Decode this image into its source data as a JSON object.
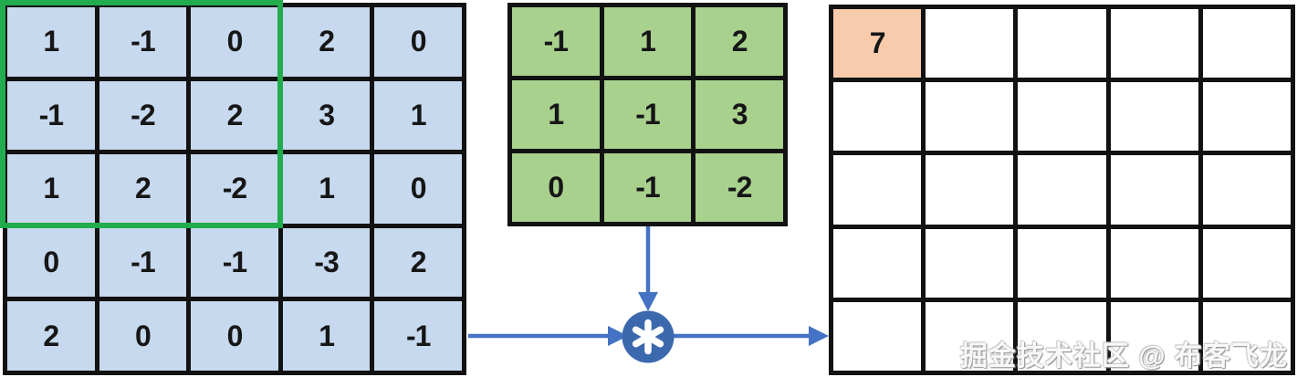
{
  "diagram": {
    "description_symbol": "*",
    "grid_line_color": "#121212"
  },
  "input_matrix": {
    "rows": [
      [
        "1",
        "-1",
        "0",
        "2",
        "0"
      ],
      [
        "-1",
        "-2",
        "2",
        "3",
        "1"
      ],
      [
        "1",
        "2",
        "-2",
        "1",
        "0"
      ],
      [
        "0",
        "-1",
        "-1",
        "-3",
        "2"
      ],
      [
        "2",
        "0",
        "0",
        "1",
        "-1"
      ]
    ],
    "cell_color": "#c7d9ee",
    "highlight_window": {
      "row": 0,
      "col": 0,
      "rows": 3,
      "cols": 3,
      "border_color": "#22ac4e"
    }
  },
  "kernel_matrix": {
    "rows": [
      [
        "-1",
        "1",
        "2"
      ],
      [
        "1",
        "-1",
        "3"
      ],
      [
        "0",
        "-1",
        "-2"
      ]
    ],
    "cell_color": "#a9d18e"
  },
  "output_matrix": {
    "rows": [
      [
        "7",
        "",
        "",
        "",
        ""
      ],
      [
        "",
        "",
        "",
        "",
        ""
      ],
      [
        "",
        "",
        "",
        "",
        ""
      ],
      [
        "",
        "",
        "",
        "",
        ""
      ],
      [
        "",
        "",
        "",
        "",
        ""
      ]
    ],
    "cell_color": "#ffffff",
    "result_cells": [
      {
        "row": 0,
        "col": 0,
        "value": "7",
        "color": "#f8cbad"
      }
    ]
  },
  "operator": {
    "symbol": "*",
    "circle_color": "#3c68ae",
    "glyph_color": "#ffffff"
  },
  "arrows": {
    "color": "#4472c4"
  },
  "watermark": {
    "text": "掘金技术社区 @ 布客飞龙"
  }
}
